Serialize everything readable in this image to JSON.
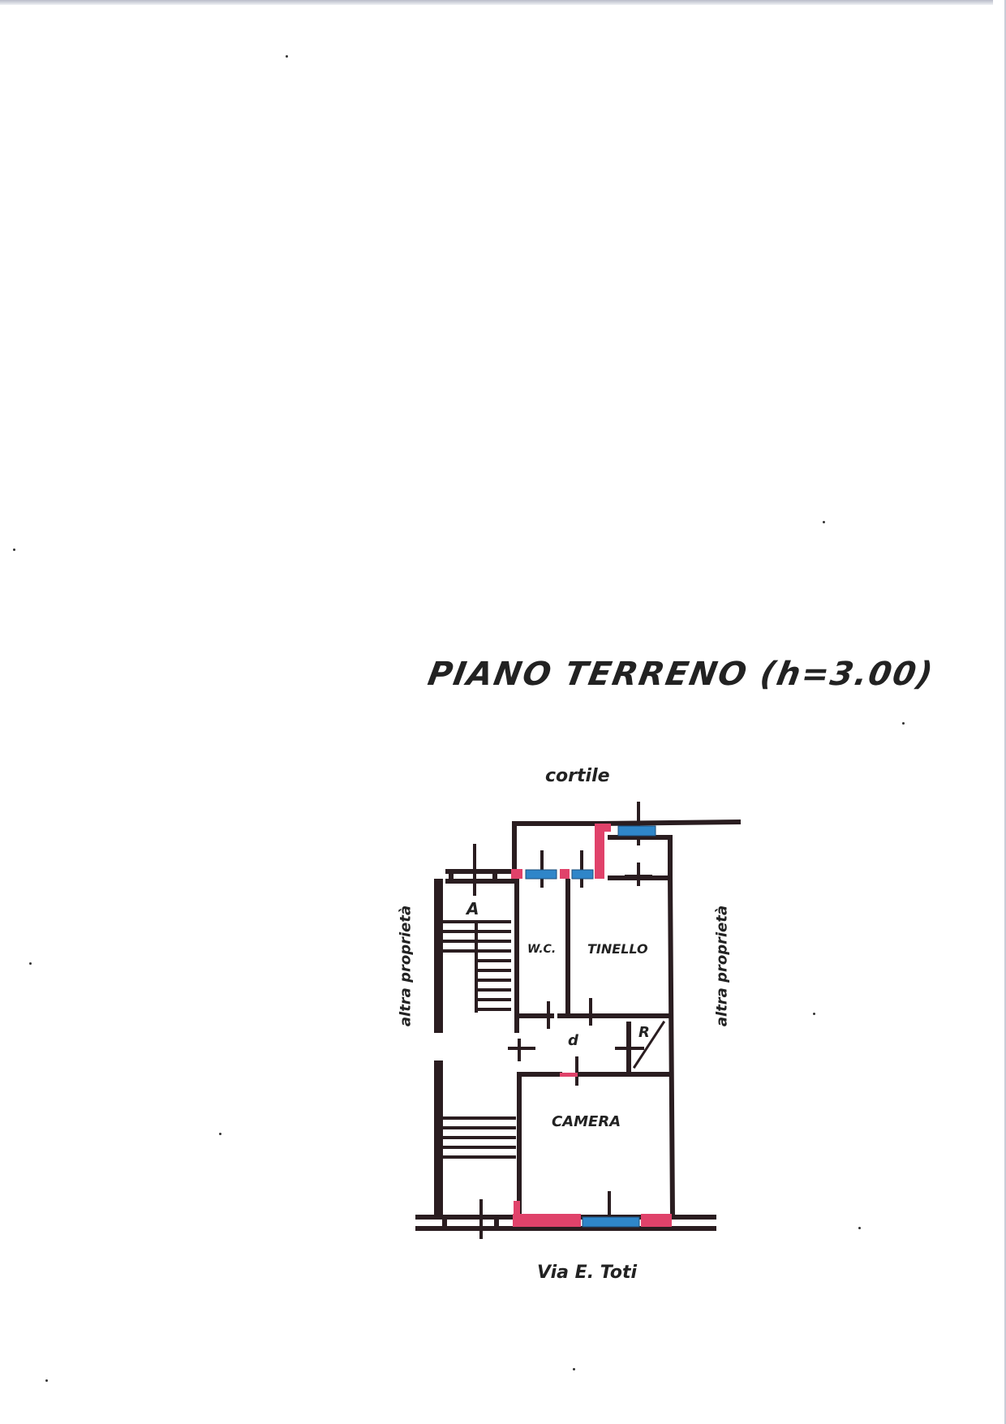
{
  "drawing": {
    "title": "PIANO TERRENO (h=3.00)",
    "labels": {
      "north": "cortile",
      "south": "Via E. Toti",
      "west": "altra proprietà",
      "east": "altra proprietà"
    },
    "rooms": [
      {
        "id": "A",
        "label": "A"
      },
      {
        "id": "wc",
        "label": "W.C."
      },
      {
        "id": "tinello",
        "label": "TINELLO"
      },
      {
        "id": "disimpegno",
        "label": "d"
      },
      {
        "id": "ripostiglio",
        "label": "R"
      },
      {
        "id": "camera",
        "label": "CAMERA"
      }
    ],
    "colors": {
      "wall": "#2a1d20",
      "new_wall": "#e0426a",
      "window": "#2f86c9",
      "paper": "#ffffff"
    }
  }
}
